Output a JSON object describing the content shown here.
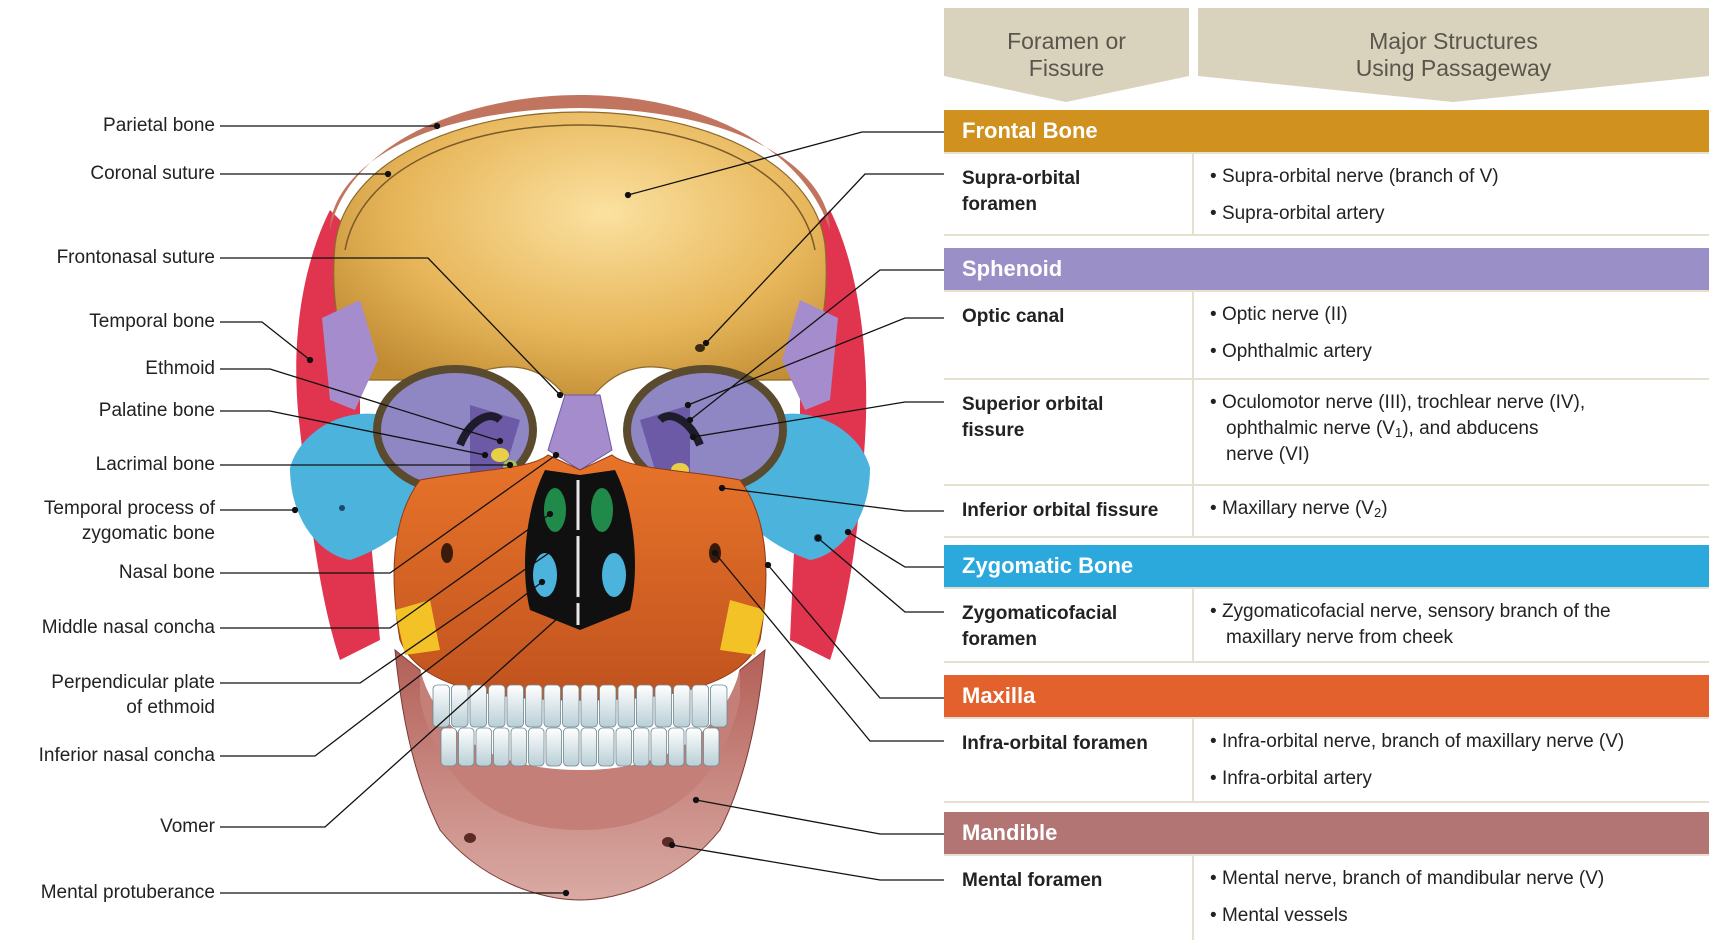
{
  "left_labels": {
    "parietal": "Parietal bone",
    "coronal": "Coronal suture",
    "frontonasal": "Frontonasal suture",
    "temporal": "Temporal bone",
    "ethmoid": "Ethmoid",
    "palatine": "Palatine bone",
    "lacrimal": "Lacrimal bone",
    "temporal_process_1": "Temporal process of",
    "temporal_process_2": "zygomatic bone",
    "nasal": "Nasal bone",
    "middle_concha": "Middle nasal concha",
    "perp_plate_1": "Perpendicular plate",
    "perp_plate_2": "of ethmoid",
    "inferior_concha": "Inferior nasal concha",
    "vomer": "Vomer",
    "mental_protuberance": "Mental protuberance"
  },
  "table": {
    "col1_header_1": "Foramen or",
    "col1_header_2": "Fissure",
    "col2_header_1": "Major Structures",
    "col2_header_2": "Using Passageway",
    "sections": {
      "frontal": {
        "title": "Frontal  Bone",
        "color": "#d1911e",
        "rows": {
          "supraorbital": {
            "name_1": "Supra-orbital",
            "name_2": "foramen",
            "items": [
              "Supra-orbital nerve (branch of V)",
              "Supra-orbital artery"
            ]
          }
        }
      },
      "sphenoid": {
        "title": "Sphenoid",
        "color": "#9b8fc7",
        "rows": {
          "optic": {
            "name_1": "Optic canal",
            "items": [
              "Optic nerve (II)",
              "Ophthalmic artery"
            ]
          },
          "superior": {
            "name_1": "Superior orbital",
            "name_2": "fissure",
            "item_1": "Oculomotor nerve (III), trochlear nerve (IV),",
            "item_2a": "ophthalmic nerve (V",
            "item_2_sub": "1",
            "item_2b": "), and abducens",
            "item_3": "nerve (VI)"
          },
          "inferior": {
            "name_1": "Inferior orbital fissure",
            "item_a": "Maxillary nerve (V",
            "item_sub": "2",
            "item_b": ")"
          }
        }
      },
      "zygomatic": {
        "title": "Zygomatic Bone",
        "color": "#2ca9dc",
        "rows": {
          "zygomaticofacial": {
            "name_1": "Zygomaticofacial",
            "name_2": "foramen",
            "item_1": "Zygomaticofacial nerve, sensory branch of the",
            "item_2": "maxillary nerve from cheek"
          }
        }
      },
      "maxilla": {
        "title": "Maxilla",
        "color": "#e2612c",
        "rows": {
          "infraorbital": {
            "name_1": "Infra-orbital foramen",
            "items": [
              "Infra-orbital nerve, branch of maxillary nerve (V)",
              "Infra-orbital artery"
            ]
          }
        }
      },
      "mandible": {
        "title": "Mandible",
        "color": "#b37474",
        "rows": {
          "mental": {
            "name_1": "Mental foramen",
            "items": [
              "Mental nerve, branch of mandibular nerve (V)",
              "Mental vessels"
            ]
          }
        }
      }
    }
  },
  "colors": {
    "frontal": "#e8bb5c",
    "sphenoid": "#9b8fc7",
    "zygomatic": "#4cb3dd",
    "maxilla": "#e27a2e",
    "mandible": "#b9706b",
    "temporal": "#e0344f",
    "header": "#d9d2bd"
  }
}
